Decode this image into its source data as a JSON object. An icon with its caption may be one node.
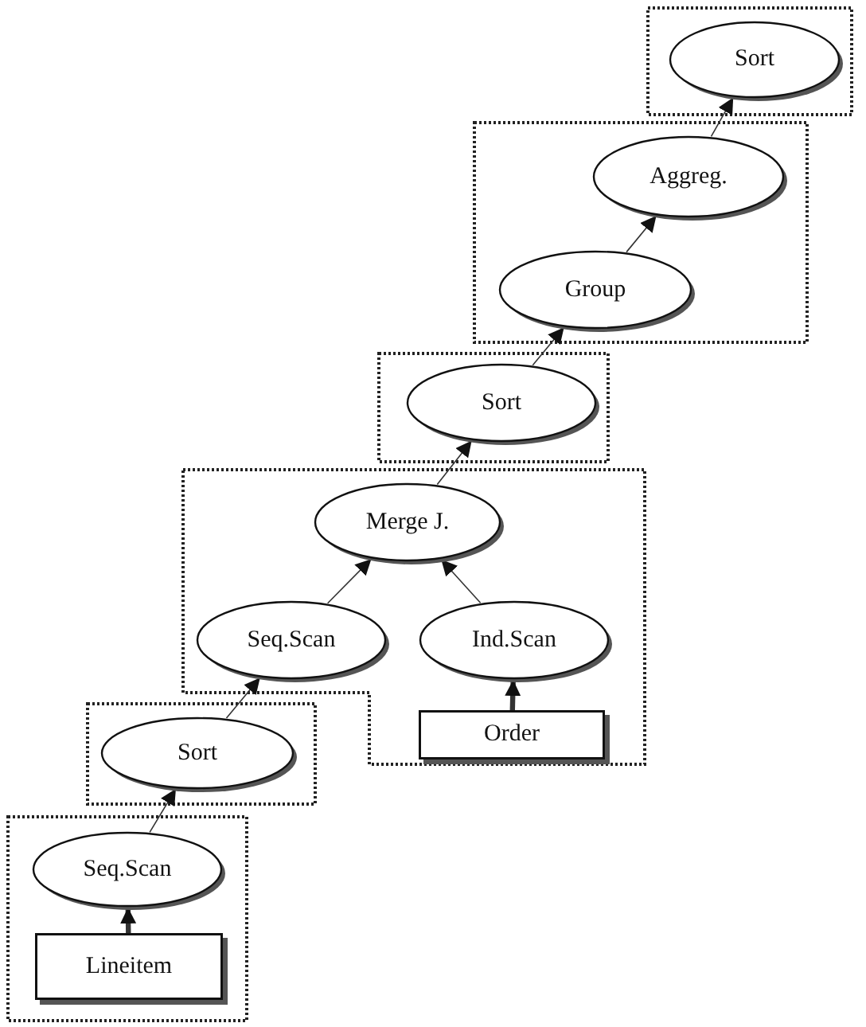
{
  "diagram": {
    "nodes": [
      {
        "text": [],
        "shape": "box"
      },
      {
        "text": [
          "Sort"
        ],
        "in": 0
      },
      {
        "text": [],
        "shape": "box"
      },
      {
        "text": [
          "Aggreg."
        ],
        "in": 2
      },
      {
        "text": [
          "Group"
        ],
        "in": 2
      },
      {
        "text": [],
        "shape": "box"
      },
      {
        "text": [
          "Sort"
        ],
        "in": 5
      },
      {
        "text": [],
        "shape": "box"
      },
      {
        "text": [
          "Merge J."
        ],
        "in": 7
      },
      {
        "text": [
          "Seq.Scan"
        ],
        "in": 7
      },
      {
        "text": [
          "Ind.Scan"
        ],
        "in": 7
      },
      {
        "text": [
          "Order"
        ],
        "in": 7
      },
      {
        "text": [],
        "shape": "box"
      },
      {
        "text": [
          "Sort"
        ],
        "in": 12
      },
      {
        "text": [],
        "shape": "box"
      },
      {
        "text": [
          "Seq.Scan"
        ],
        "in": 14
      },
      {
        "text": [
          "Lineitem"
        ],
        "in": 14
      }
    ],
    "edges": [
      {
        "from": 16,
        "to": 15,
        "arrow": "to",
        "style": "thick"
      },
      {
        "from": 15,
        "to": 13,
        "arrow": "to"
      },
      {
        "from": 13,
        "to": 9,
        "arrow": "to"
      },
      {
        "from": 9,
        "to": 8,
        "arrow": "to"
      },
      {
        "from": 11,
        "to": 10,
        "arrow": "to",
        "style": "thick"
      },
      {
        "from": 10,
        "to": 8,
        "arrow": "to"
      },
      {
        "from": 8,
        "to": 6,
        "arrow": "to"
      },
      {
        "from": 6,
        "to": 4,
        "arrow": "to"
      },
      {
        "from": 4,
        "to": 3,
        "arrow": "to"
      },
      {
        "from": 3,
        "to": 1,
        "arrow": "to"
      }
    ]
  }
}
